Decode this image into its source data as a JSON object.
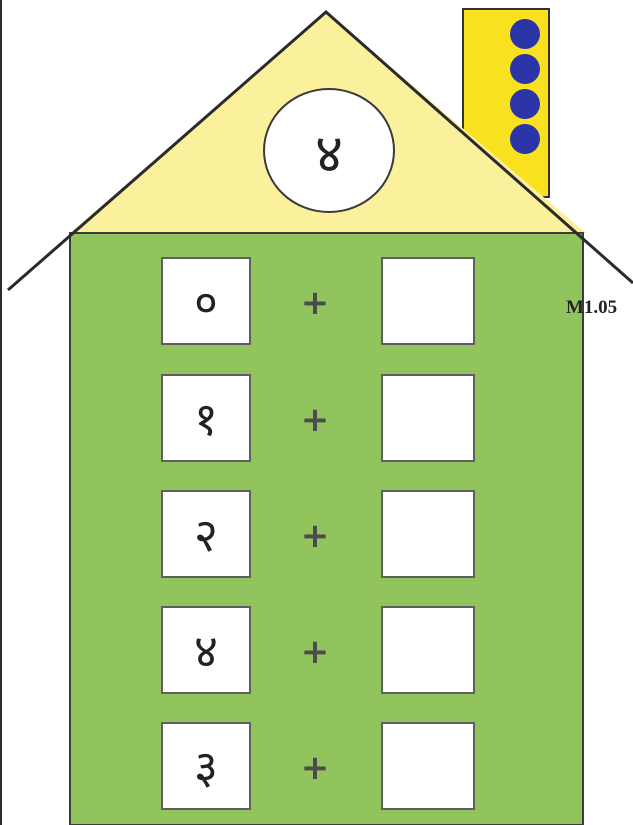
{
  "roof_number": "४",
  "chimney_dots": 4,
  "rows": [
    {
      "left": "०",
      "op": "+",
      "right": ""
    },
    {
      "left": "१",
      "op": "+",
      "right": ""
    },
    {
      "left": "२",
      "op": "+",
      "right": ""
    },
    {
      "left": "४",
      "op": "+",
      "right": ""
    },
    {
      "left": "३",
      "op": "+",
      "right": ""
    }
  ],
  "code_label": "M1.05",
  "colors": {
    "wall": "#92c45e",
    "roof": "#fbf09b",
    "chimney": "#f9e11f",
    "dots": "#2b35a8"
  }
}
